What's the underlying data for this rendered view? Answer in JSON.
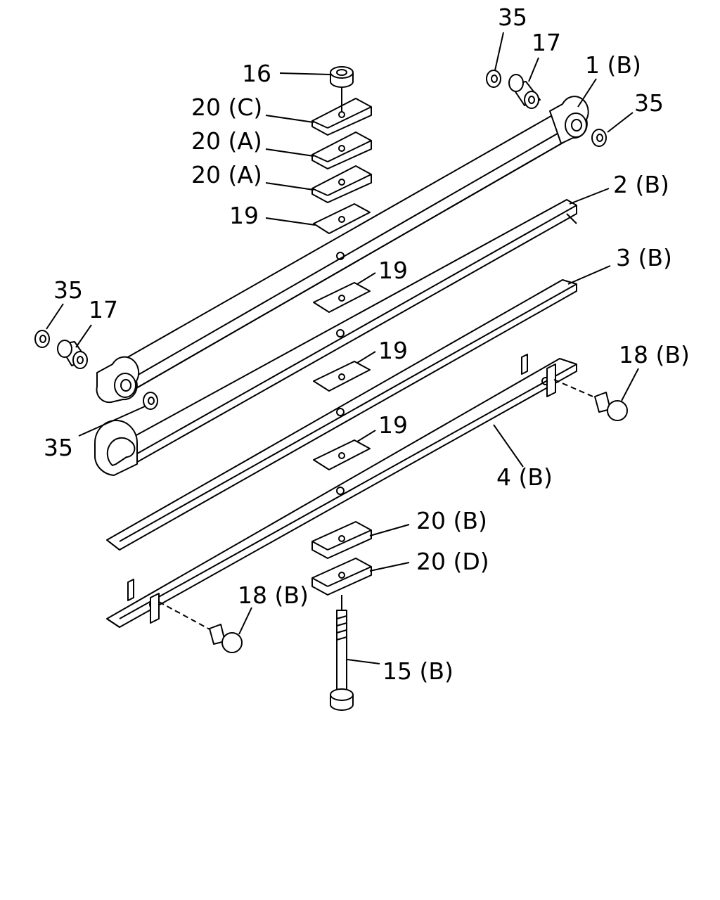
{
  "diagram": {
    "callouts": {
      "c_16": "16",
      "c_20c": "20 (C)",
      "c_20a_1": "20 (A)",
      "c_20a_2": "20 (A)",
      "c_19_top": "19",
      "c_35_tr_top": "35",
      "c_17_tr": "17",
      "c_1b": "1 (B)",
      "c_35_tr": "35",
      "c_2b": "2 (B)",
      "c_3b": "3 (B)",
      "c_19_a": "19",
      "c_19_b": "19",
      "c_19_c": "19",
      "c_35_l_top": "35",
      "c_17_l": "17",
      "c_35_l_bot": "35",
      "c_18b_r": "18 (B)",
      "c_4b": "4 (B)",
      "c_20b": "20 (B)",
      "c_20d": "20 (D)",
      "c_18b_l": "18 (B)",
      "c_15b": "15 (B)"
    }
  }
}
